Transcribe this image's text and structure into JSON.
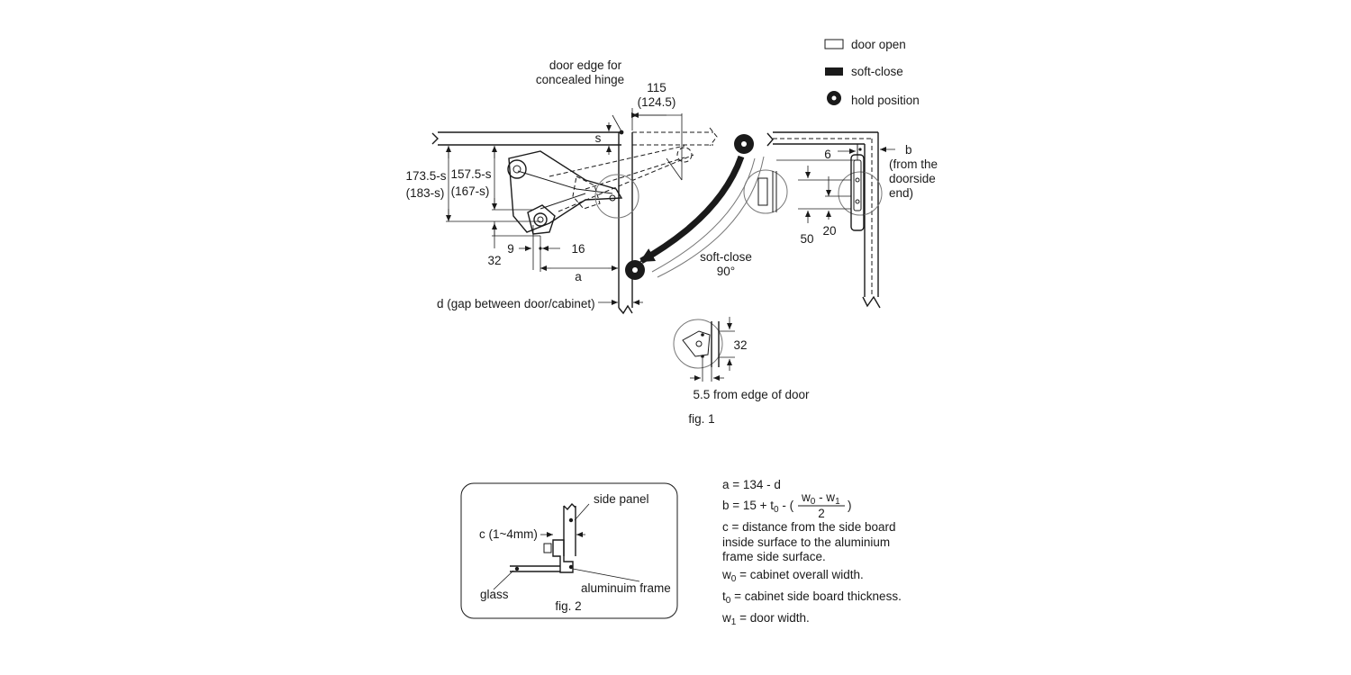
{
  "legend": {
    "door_open": "door open",
    "soft_close": "soft-close",
    "hold_position": "hold position"
  },
  "fig1": {
    "door_edge_line1": "door edge for",
    "door_edge_line2": "concealed hinge",
    "dim_115": "115",
    "dim_124_5": "(124.5)",
    "dim_s": "s",
    "dim_173_5": "173.5-s",
    "dim_183": "(183-s)",
    "dim_157_5": "157.5-s",
    "dim_167": "(167-s)",
    "dim_9": "9",
    "dim_16": "16",
    "dim_32": "32",
    "dim_a": "a",
    "gap_label": "d (gap between door/cabinet)",
    "soft_close_label": "soft-close",
    "soft_close_angle": "90°",
    "dim_6": "6",
    "dim_b": "b",
    "b_note_1": "(from the",
    "b_note_2": "doorside",
    "b_note_3": "end)",
    "dim_50": "50",
    "dim_20": "20",
    "detail_32": "32",
    "detail_edge": "5.5 from edge of door",
    "caption": "fig. 1"
  },
  "fig2": {
    "side_panel": "side panel",
    "c_label": "c (1~4mm)",
    "glass": "glass",
    "frame": "aluminuim frame",
    "caption": "fig. 2"
  },
  "formulas": {
    "a": "a = 134 - d",
    "b_prefix": "b = 15 + t",
    "b_sub0": "0",
    "b_mid": " - (",
    "b_num_w": "w",
    "b_num_0": "0",
    "b_num_minus": " - w",
    "b_num_1": "1",
    "b_den": "2",
    "b_close": ")",
    "c_line1": "c = distance from the side board",
    "c_line2": "inside surface to the aluminium",
    "c_line3": "frame side surface.",
    "w0_w": "w",
    "w0_sub": "0",
    "w0_text": " = cabinet overall width.",
    "t0_t": "t",
    "t0_sub": "0",
    "t0_text": "  = cabinet side board thickness.",
    "w1_w": "w",
    "w1_sub": "1",
    "w1_text": " = door width."
  }
}
